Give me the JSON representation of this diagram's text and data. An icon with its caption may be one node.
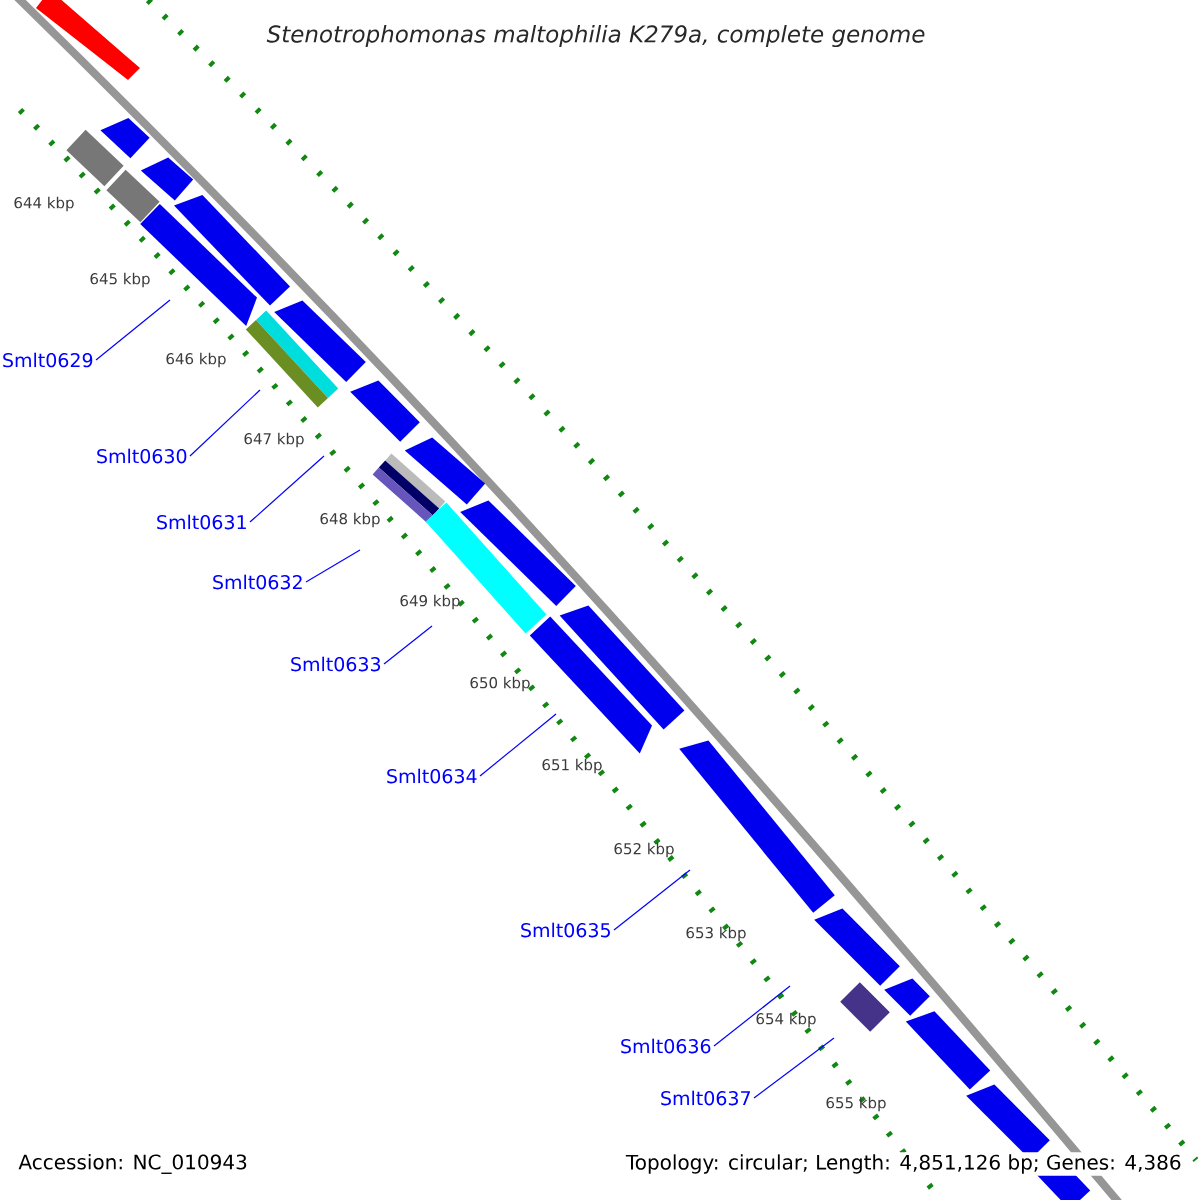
{
  "diagram": {
    "title": "*Stenotrophomonas maltophilia* K279a, complete genome",
    "nodes": [
      {
        "text": [
          "Smlt0629"
        ]
      },
      {
        "text": [
          "Smlt0630"
        ]
      },
      {
        "text": [
          "Smlt0631"
        ]
      },
      {
        "text": [
          "Smlt0632"
        ]
      },
      {
        "text": [
          "Smlt0633"
        ]
      },
      {
        "text": [
          "Smlt0634"
        ]
      },
      {
        "text": [
          "Smlt0635"
        ]
      },
      {
        "text": [
          "Smlt0636"
        ]
      },
      {
        "text": [
          "Smlt0637"
        ]
      }
    ],
    "edges": [
      {
        "from": 0,
        "to": null,
        "arrow": "none"
      },
      {
        "from": 1,
        "to": null,
        "arrow": "none"
      },
      {
        "from": 2,
        "to": null,
        "arrow": "none"
      },
      {
        "from": 3,
        "to": null,
        "arrow": "none"
      },
      {
        "from": 4,
        "to": null,
        "arrow": "none"
      },
      {
        "from": 5,
        "to": null,
        "arrow": "none"
      },
      {
        "from": 6,
        "to": null,
        "arrow": "none"
      },
      {
        "from": 7,
        "to": null,
        "arrow": "none"
      },
      {
        "from": 8,
        "to": null,
        "arrow": "none"
      }
    ],
    "labels": [
      "644 kbp",
      "645 kbp",
      "646 kbp",
      "647 kbp",
      "648 kbp",
      "649 kbp",
      "650 kbp",
      "651 kbp",
      "652 kbp",
      "653 kbp",
      "654 kbp",
      "655 kbp",
      "Accession: NC_010943",
      "Topology: circular; Length: 4,851,126 bp; Genes: 4,386"
    ]
  }
}
